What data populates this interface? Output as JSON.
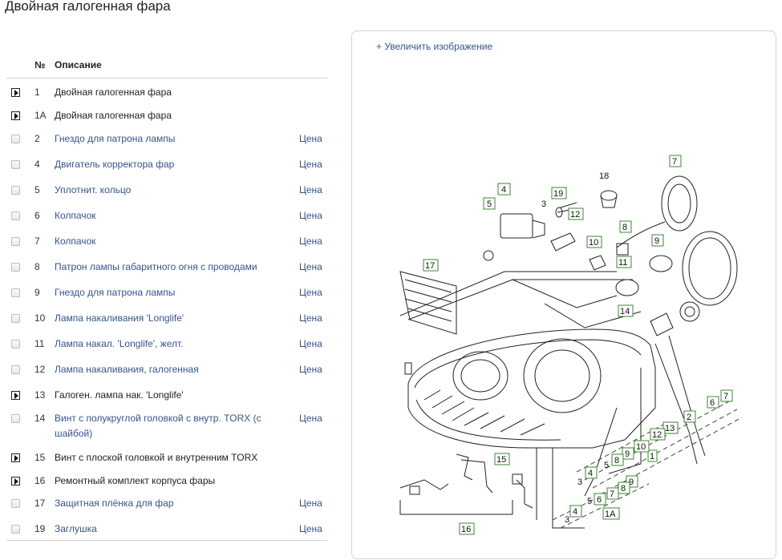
{
  "page": {
    "title": "Двойная галогенная фара"
  },
  "table": {
    "header": {
      "num": "№",
      "desc": "Описание"
    },
    "rows": [
      {
        "num": "1",
        "desc": "Двойная галогенная фара",
        "control": "expand",
        "price": ""
      },
      {
        "num": "1A",
        "desc": "Двойная галогенная фара",
        "control": "expand",
        "price": ""
      },
      {
        "num": "2",
        "desc": "Гнездо для патрона лампы",
        "control": "checkbox",
        "price": "Цена"
      },
      {
        "num": "4",
        "desc": "Двигатель корректора фар",
        "control": "checkbox",
        "price": "Цена"
      },
      {
        "num": "5",
        "desc": "Уплотнит. кольцо",
        "control": "checkbox",
        "price": "Цена"
      },
      {
        "num": "6",
        "desc": "Колпачок",
        "control": "checkbox",
        "price": "Цена"
      },
      {
        "num": "7",
        "desc": "Колпачок",
        "control": "checkbox",
        "price": "Цена"
      },
      {
        "num": "8",
        "desc": "Патрон лампы габаритного огня с проводами",
        "control": "checkbox",
        "price": "Цена"
      },
      {
        "num": "9",
        "desc": "Гнездо для патрона лампы",
        "control": "checkbox",
        "price": "Цена"
      },
      {
        "num": "10",
        "desc": "Лампа накаливания 'Longlife'",
        "control": "checkbox",
        "price": "Цена"
      },
      {
        "num": "11",
        "desc": "Лампа накал. 'Longlife', желт.",
        "control": "checkbox",
        "price": "Цена"
      },
      {
        "num": "12",
        "desc": "Лампа накаливания, галогенная",
        "control": "checkbox",
        "price": "Цена"
      },
      {
        "num": "13",
        "desc": "Галоген. лампа нак. 'Longlife'",
        "control": "expand",
        "price": ""
      },
      {
        "num": "14",
        "desc": "Винт с полукруглой головкой с внутр. TORX (с шайбой)",
        "control": "checkbox",
        "price": "Цена"
      },
      {
        "num": "15",
        "desc": "Винт с плоской головкой и внутренним TORX",
        "control": "expand",
        "price": ""
      },
      {
        "num": "16",
        "desc": "Ремонтный комплект корпуса фары",
        "control": "expand",
        "price": ""
      },
      {
        "num": "17",
        "desc": "Защитная плёнка для фар",
        "control": "checkbox",
        "price": "Цена"
      },
      {
        "num": "19",
        "desc": "Заглушка",
        "control": "checkbox",
        "price": "Цена"
      }
    ]
  },
  "image_panel": {
    "zoom_link": "+ Увеличить изображение",
    "callouts": [
      "4",
      "5",
      "3",
      "19",
      "12",
      "18",
      "7",
      "8",
      "9",
      "10",
      "11",
      "17",
      "14",
      "15",
      "16",
      "13",
      "12",
      "2",
      "6",
      "7",
      "1",
      "10",
      "9",
      "8",
      "5",
      "4",
      "3",
      "9",
      "8",
      "7",
      "6",
      "5",
      "4",
      "1A",
      "3"
    ]
  },
  "colors": {
    "link": "#35548a",
    "callout_border": "#3a8a2e"
  }
}
